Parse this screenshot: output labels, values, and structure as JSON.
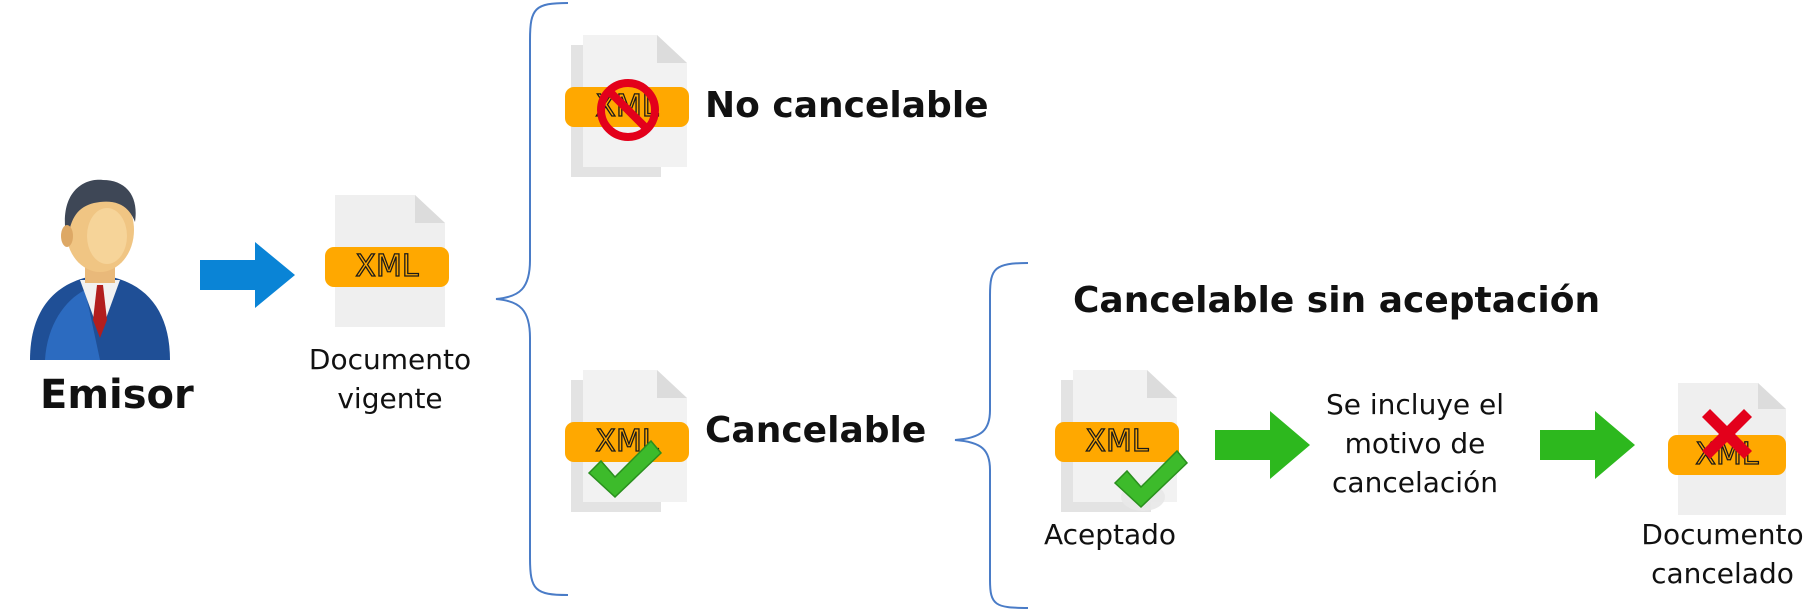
{
  "emisor": {
    "label": "Emisor"
  },
  "documento_vigente": {
    "xml": "XML",
    "line1": "Documento",
    "line2": "vigente"
  },
  "no_cancelable": {
    "xml": "XML",
    "label": "No cancelable"
  },
  "cancelable": {
    "xml": "XML",
    "label": "Cancelable"
  },
  "cancelable_sin_aceptacion": {
    "label": "Cancelable sin aceptación"
  },
  "aceptado": {
    "xml": "XML",
    "label": "Aceptado"
  },
  "motivo": {
    "line1": "Se incluye el",
    "line2": "motivo de",
    "line3": "cancelación"
  },
  "documento_cancelado": {
    "xml": "XML",
    "line1": "Documento",
    "line2": "cancelado"
  },
  "colors": {
    "xml_band": "#FFA800",
    "blue_arrow": "#0A84D6",
    "green_arrow": "#2DB81E",
    "bracket": "#4A7CC7",
    "forbidden": "#E3001B",
    "check": "#3DBB2B",
    "cross": "#E3001B"
  }
}
